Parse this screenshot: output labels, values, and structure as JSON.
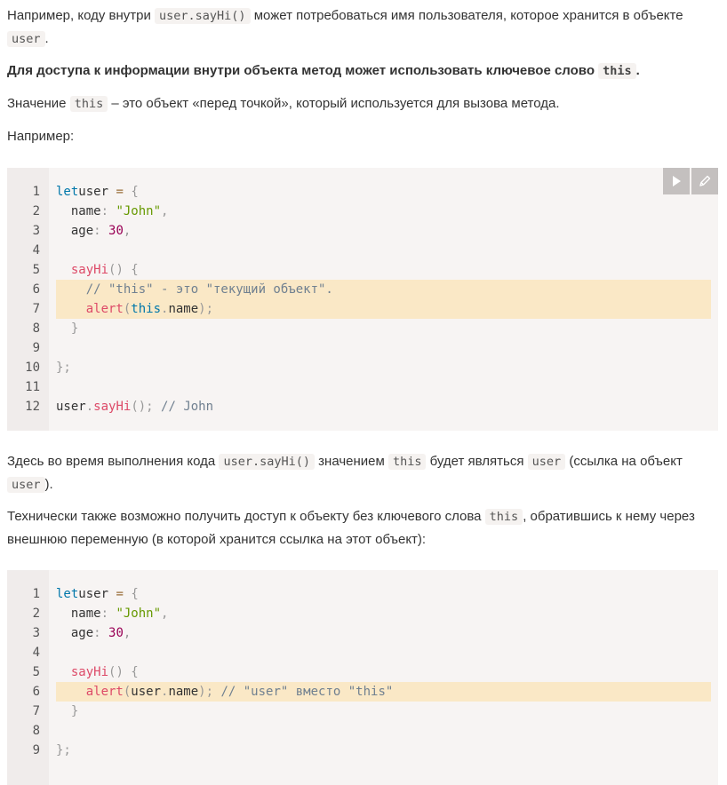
{
  "paragraphs": {
    "p1": {
      "a": "Например, коду внутри ",
      "code1": "user.sayHi()",
      "b": " может потребоваться имя пользователя, которое хранится в объекте ",
      "code2": "user",
      "c": "."
    },
    "p2": {
      "a": "Для доступа к информации внутри объекта метод может использовать ключевое слово ",
      "code1": "this",
      "b": "."
    },
    "p3": {
      "a": "Значение ",
      "code1": "this",
      "b": " – это объект «перед точкой», который используется для вызова метода."
    },
    "p4": {
      "a": "Например:"
    },
    "p5": {
      "a": "Здесь во время выполнения кода ",
      "code1": "user.sayHi()",
      "b": " значением ",
      "code2": "this",
      "c": " будет являться ",
      "code3": "user",
      "d": " (ссылка на объект ",
      "code4": "user",
      "e": ")."
    },
    "p6": {
      "a": "Технически также возможно получить доступ к объекту без ключевого слова ",
      "code1": "this",
      "b": ", обратившись к нему через внешнюю переменную (в которой хранится ссылка на этот объект):"
    }
  },
  "code_example_1": {
    "line_numbers": [
      "1",
      "2",
      "3",
      "4",
      "5",
      "6",
      "7",
      "8",
      "9",
      "10",
      "11",
      "12"
    ],
    "highlighted_lines": [
      6,
      7
    ],
    "lines": [
      [
        [
          "kw",
          "let"
        ],
        [
          "",
          "user "
        ],
        [
          "op",
          "="
        ],
        [
          "",
          ""
        ],
        [
          "pn",
          " {"
        ]
      ],
      [
        [
          "",
          "  name"
        ],
        [
          "pn",
          ":"
        ],
        [
          "",
          ""
        ],
        [
          "str",
          " \"John\""
        ],
        [
          "pn",
          ","
        ]
      ],
      [
        [
          "",
          "  age"
        ],
        [
          "pn",
          ":"
        ],
        [
          "num",
          " 30"
        ],
        [
          "pn",
          ","
        ]
      ],
      [],
      [
        [
          "fn",
          "  sayHi"
        ],
        [
          "pn",
          "()"
        ],
        [
          "pn",
          " {"
        ]
      ],
      [
        [
          "cm",
          "    // \"this\" - это \"текущий объект\"."
        ]
      ],
      [
        [
          "fn",
          "    alert"
        ],
        [
          "pn",
          "("
        ],
        [
          "kw",
          "this"
        ],
        [
          "pn",
          "."
        ],
        [
          "",
          "name"
        ],
        [
          "pn",
          ");"
        ]
      ],
      [
        [
          "pn",
          "  }"
        ]
      ],
      [],
      [
        [
          "pn",
          "};"
        ]
      ],
      [],
      [
        [
          "",
          "user"
        ],
        [
          "pn",
          "."
        ],
        [
          "fn",
          "sayHi"
        ],
        [
          "pn",
          "();"
        ],
        [
          "cm",
          " // John"
        ]
      ]
    ]
  },
  "code_example_2": {
    "line_numbers": [
      "1",
      "2",
      "3",
      "4",
      "5",
      "6",
      "7",
      "8",
      "9"
    ],
    "highlighted_lines": [
      6
    ],
    "lines": [
      [
        [
          "kw",
          "let"
        ],
        [
          "",
          "user "
        ],
        [
          "op",
          "="
        ],
        [
          "pn",
          " {"
        ]
      ],
      [
        [
          "",
          "  name"
        ],
        [
          "pn",
          ":"
        ],
        [
          "str",
          " \"John\""
        ],
        [
          "pn",
          ","
        ]
      ],
      [
        [
          "",
          "  age"
        ],
        [
          "pn",
          ":"
        ],
        [
          "num",
          " 30"
        ],
        [
          "pn",
          ","
        ]
      ],
      [],
      [
        [
          "fn",
          "  sayHi"
        ],
        [
          "pn",
          "()"
        ],
        [
          "pn",
          " {"
        ]
      ],
      [
        [
          "fn",
          "    alert"
        ],
        [
          "pn",
          "("
        ],
        [
          "",
          "user"
        ],
        [
          "pn",
          "."
        ],
        [
          "",
          "name"
        ],
        [
          "pn",
          ");"
        ],
        [
          "cm",
          " // \"user\" вместо \"this\""
        ]
      ],
      [
        [
          "pn",
          "  }"
        ]
      ],
      [],
      [
        [
          "pn",
          "};"
        ]
      ]
    ]
  },
  "toolbar": {
    "run_icon": "play-icon",
    "edit_icon": "pencil-icon"
  }
}
